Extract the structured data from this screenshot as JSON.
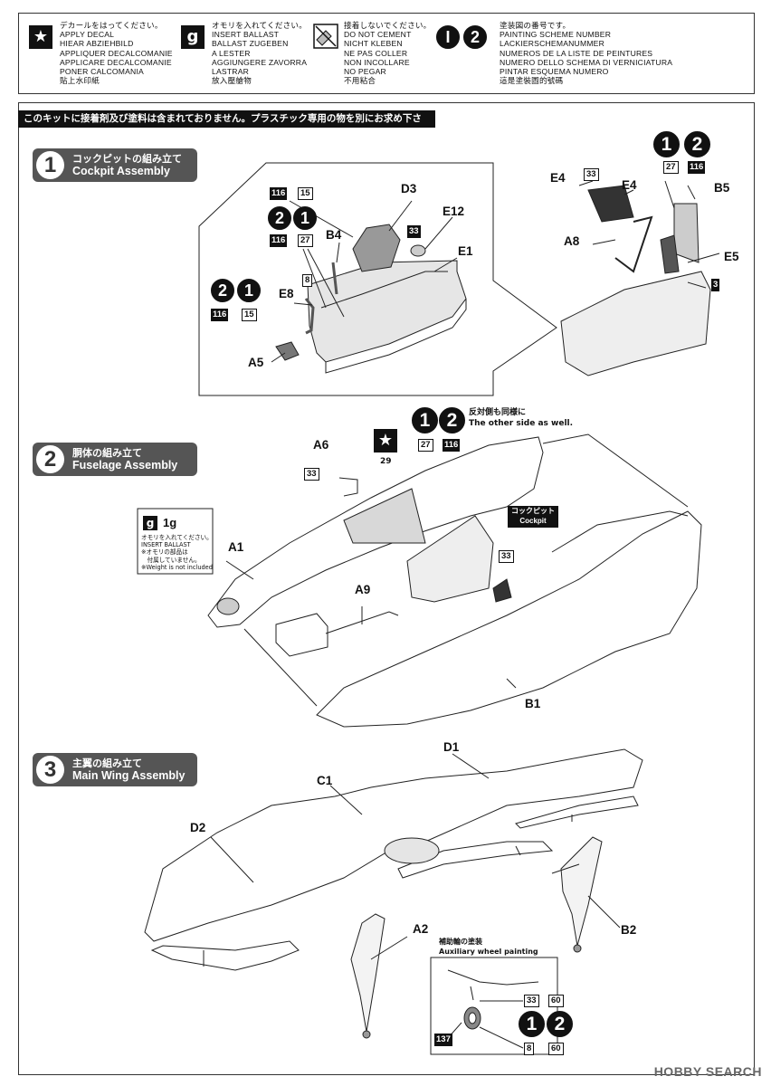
{
  "legend": [
    {
      "icon": "★",
      "lines": "デカールをはってください。\nAPPLY DECAL\nHIEAR ABZIEHBILD\nAPPLIQUER DECALCOMANIE\nAPPLICARE DECALCOMANIE\nPONER CALCOMANIA\n貼上水印紙"
    },
    {
      "icon": "g",
      "lines": "オモリを入れてください。\nINSERT BALLAST\nBALLAST ZUGEBEN\nA LESTER\nAGGIUNGERE ZAVORRA\nLASTRAR\n放入壓艙物"
    },
    {
      "icon": "no-cement",
      "lines": "接着しないでください。\nDO NOT CEMENT\nNICHT KLEBEN\nNE PAS COLLER\nNON INCOLLARE\nNO PEGAR\n不用粘合"
    },
    {
      "icon": "12",
      "lines": "塗装図の番号です。\nPAINTING SCHEME NUMBER\nLACKIERSCHEMANUMMER\nNUMEROS DE LA LISTE DE PEINTURES\nNUMERO DELLO SCHEMA DI VERNICIATURA\nPINTAR ESQUEMA NUMERO\n這是塗裝圖的號碼"
    }
  ],
  "notice": "このキットに接着剤及び塗料は含まれておりません。プラスチック専用の物を別にお求め下さい。",
  "steps": [
    {
      "num": "1",
      "jp": "コックピットの組み立て",
      "en": "Cockpit Assembly"
    },
    {
      "num": "2",
      "jp": "胴体の組み立て",
      "en": "Fuselage Assembly"
    },
    {
      "num": "3",
      "jp": "主翼の組み立て",
      "en": "Main Wing Assembly"
    }
  ],
  "step1": {
    "parts": {
      "D3": "D3",
      "E12": "E12",
      "E1": "E1",
      "B4": "B4",
      "E8": "E8",
      "A5": "A5",
      "E4a": "E4",
      "E4b": "E4",
      "B5": "B5",
      "A8": "A8",
      "E5": "E5"
    },
    "paints": {
      "p116a": "116",
      "p15a": "15",
      "p116b": "116",
      "p27a": "27",
      "p33a": "33",
      "p8": "8",
      "p116c": "116",
      "p15b": "15",
      "p33b": "33",
      "p27b": "27",
      "p116d": "116",
      "p3": "3"
    },
    "schemes": {
      "s2a": "2",
      "s1a": "1",
      "s2b": "2",
      "s1b": "1",
      "s1c": "1",
      "s2c": "2"
    }
  },
  "step2": {
    "parts": {
      "A6": "A6",
      "A1": "A1",
      "A9": "A9",
      "B1": "B1"
    },
    "paints": {
      "p27": "27",
      "p116": "116",
      "p33a": "33",
      "p29": "29",
      "p33b": "33"
    },
    "schemes": {
      "s1": "1",
      "s2": "2"
    },
    "other_side_jp": "反対側も同様に",
    "other_side_en": "The other side as well.",
    "cockpit_jp": "コックピット",
    "cockpit_en": "Cockpit",
    "ballast_weight": "1g",
    "ballast_note": "オモリを入れてください。\nINSERT BALLAST\n※オモリの部品は\n　付属していません。\n※Weight is not included"
  },
  "step3": {
    "parts": {
      "D1": "D1",
      "C1": "C1",
      "D2": "D2",
      "A2": "A2",
      "B2": "B2"
    },
    "aux_jp": "補助輪の塗装",
    "aux_en": "Auxiliary wheel painting",
    "paints": {
      "p33": "33",
      "p60a": "60",
      "p137": "137",
      "p8": "8",
      "p60b": "60"
    },
    "schemes": {
      "s1": "1",
      "s2": "2"
    }
  },
  "watermark": "HOBBY SEARCH"
}
